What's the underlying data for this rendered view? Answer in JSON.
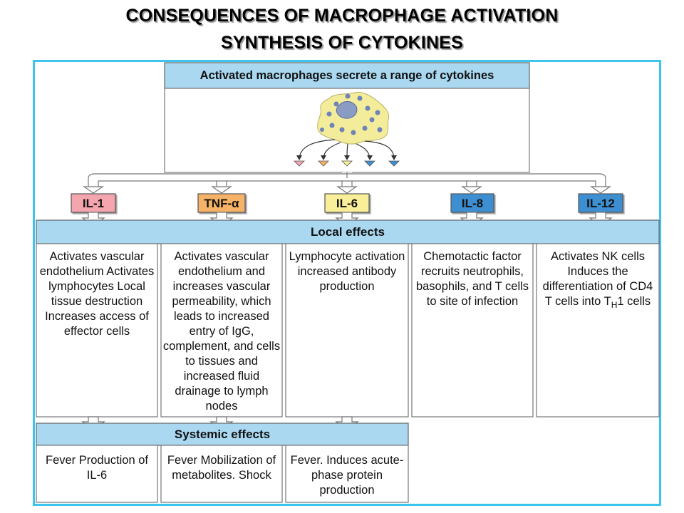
{
  "title": {
    "line1": "CONSEQUENCES OF MACROPHAGE ACTIVATION",
    "line2": "SYNTHESIS OF CYTOKINES"
  },
  "header_banner": "Activated macrophages secrete a range of cytokines",
  "cytokines": [
    {
      "label": "IL-1",
      "color": "#f4a5ad"
    },
    {
      "label": "TNF-α",
      "color": "#f6b266"
    },
    {
      "label": "IL-6",
      "color": "#f8ef98"
    },
    {
      "label": "IL-8",
      "color": "#3e8fd2"
    },
    {
      "label": "IL-12",
      "color": "#3e8fd2"
    }
  ],
  "local_effects": {
    "label": "Local effects",
    "items": [
      "Activates vascular endothelium Activates lymphocytes Local tissue destruction Increases access of effector cells",
      "Activates vascular endothelium and increases vascular permeability, which leads to increased entry of IgG, complement, and cells to tissues and increased fluid drainage to lymph nodes",
      "Lymphocyte activation increased antibody production",
      "Chemotactic factor recruits neutrophils, basophils, and T cells to site of infection",
      "Activates NK cells Induces the differentiation of CD4 T cells into TH1 cells"
    ]
  },
  "systemic_effects": {
    "label": "Systemic effects",
    "items": [
      "Fever Production of IL-6",
      "Fever Mobilization of metabolites. Shock",
      "Fever.  Induces acute-phase protein production"
    ]
  },
  "colors": {
    "frame_border": "#3cc4ee",
    "bar_fill": "#a9d8f0",
    "cell_border": "#777777",
    "macrophage_fill": "#f3ec9a",
    "nucleus_fill": "#8b9cc4",
    "granule_fill": "#6f83b8"
  }
}
